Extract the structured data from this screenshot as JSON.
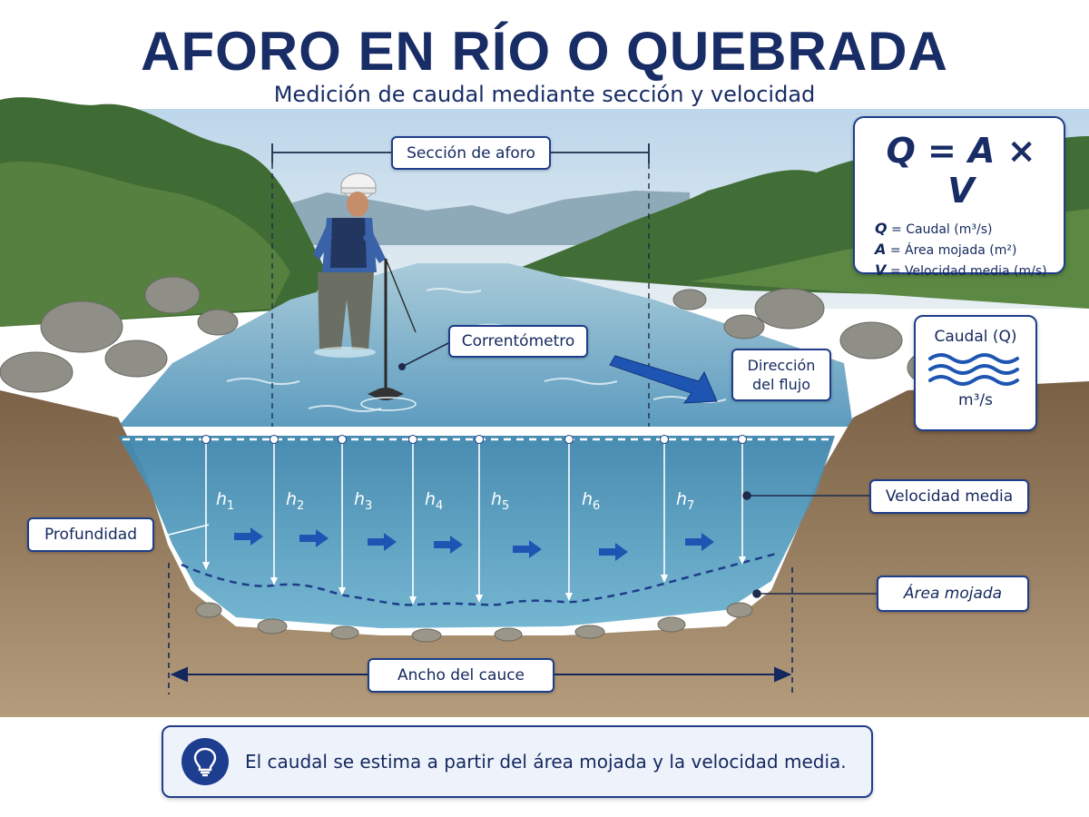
{
  "title": "AFORO EN RÍO O QUEBRADA",
  "subtitle": "Medición de caudal mediante sección y velocidad",
  "labels": {
    "seccion": "Sección de aforo",
    "correntometro": "Correntómetro",
    "direccion_line1": "Dirección",
    "direccion_line2": "del flujo",
    "profundidad": "Profundidad",
    "velocidad_media": "Velocidad media",
    "area_mojada": "Área mojada",
    "ancho": "Ancho del cauce"
  },
  "formula": {
    "main": "Q = A × V",
    "defs": [
      {
        "sym": "Q",
        "text": " = Caudal (m³/s)"
      },
      {
        "sym": "A",
        "text": " = Área mojada (m²)"
      },
      {
        "sym": "V",
        "text": " = Velocidad media (m/s)"
      }
    ]
  },
  "caudal_box": {
    "title": "Caudal (Q)",
    "unit": "m³/s"
  },
  "depths": [
    {
      "letter": "h",
      "sub": "1"
    },
    {
      "letter": "h",
      "sub": "2"
    },
    {
      "letter": "h",
      "sub": "3"
    },
    {
      "letter": "h",
      "sub": "4"
    },
    {
      "letter": "h",
      "sub": "5"
    },
    {
      "letter": "h",
      "sub": "6"
    },
    {
      "letter": "h",
      "sub": "7"
    }
  ],
  "note": "El caudal se estima a partir del área mojada y la velocidad media.",
  "icons": {
    "bulb": "lightbulb-icon",
    "waves": "waves-icon",
    "flow_arrow": "flow-arrow-icon",
    "meter": "current-meter-icon"
  },
  "colors": {
    "navy": "#1f3d8a",
    "water": "#4f93b8",
    "soil": "#8a6b48"
  }
}
